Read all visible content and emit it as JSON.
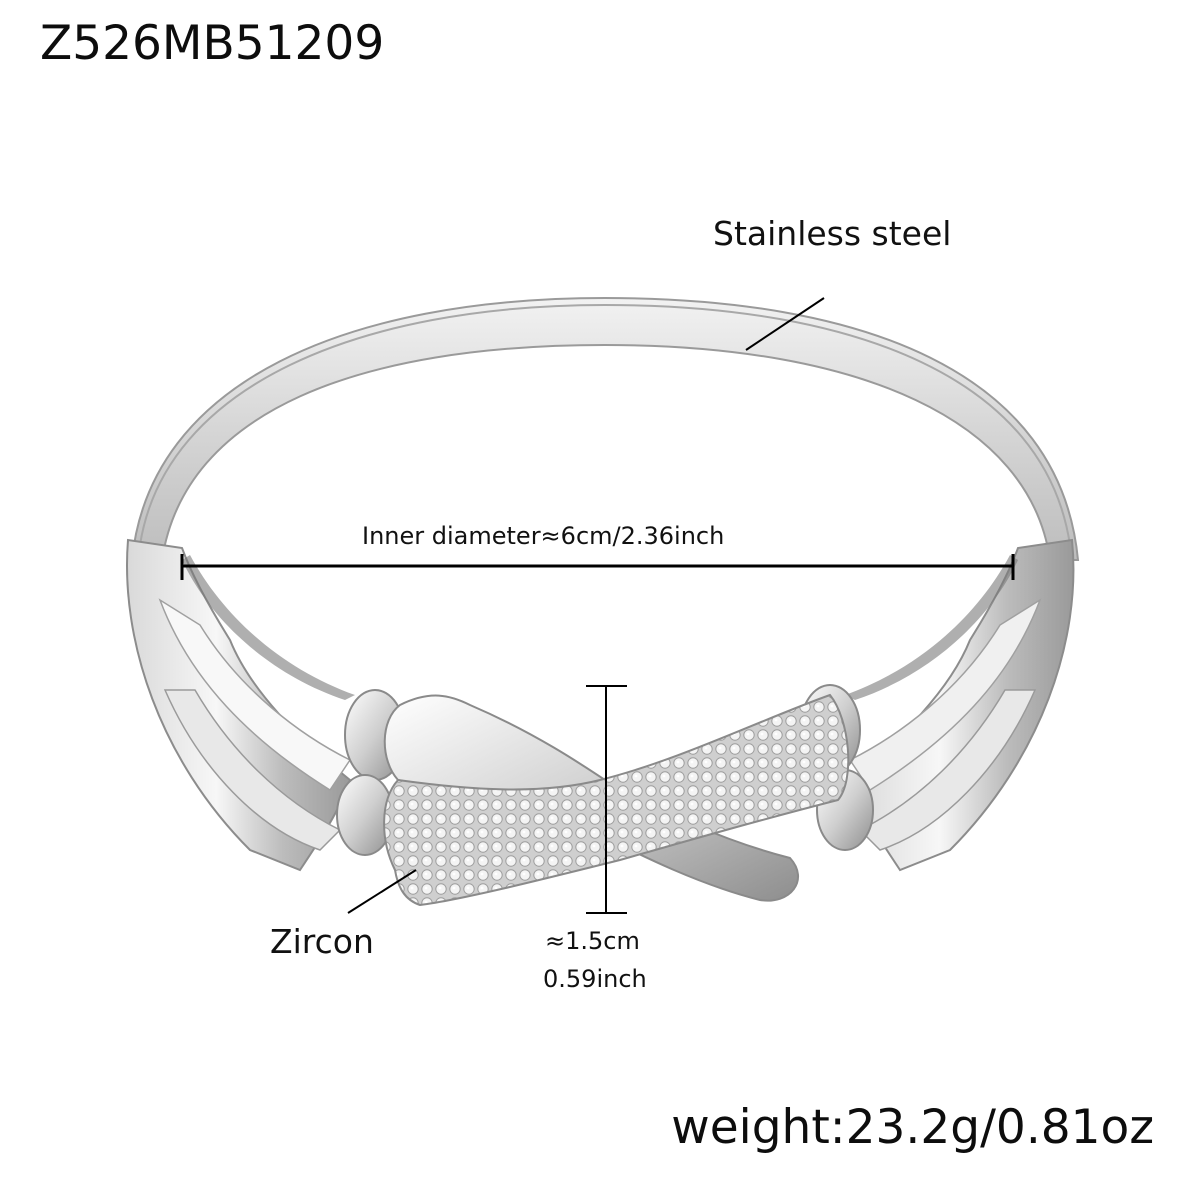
{
  "product": {
    "sku": "Z526MB51209",
    "image_subject": "bangle-bracelet"
  },
  "annotations": {
    "material": "Stainless steel",
    "stone": "Zircon",
    "inner_diameter": "Inner diameter≈6cm/2.36inch",
    "width_cm": "≈1.5cm",
    "width_inch": "0.59inch",
    "weight": "weight:23.2g/0.81oz"
  },
  "colors": {
    "background": "#ffffff",
    "text": "#111111",
    "metal_light": "#e4e4e4",
    "metal_mid": "#bdbdbd",
    "metal_dark": "#8a8a8a",
    "measure_line": "#000000"
  }
}
